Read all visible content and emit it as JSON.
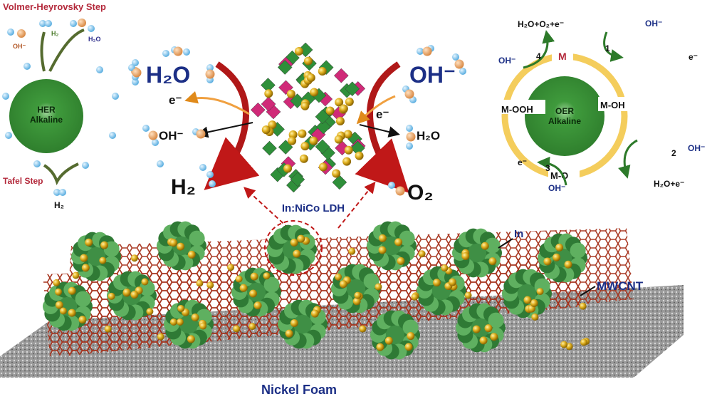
{
  "her": {
    "title": "Volmer-Heyrovsky Step",
    "circle_line1": "HER",
    "circle_line2": "Alkaline",
    "oh": "OH⁻",
    "h2_top": "H₂",
    "h2o": "H₂O",
    "tafel": "Tafel Step",
    "h2_bottom": "H₂"
  },
  "center": {
    "h2o_left": "H₂O",
    "e_left": "e⁻",
    "oh_left": "OH⁻",
    "h2_left": "H₂",
    "oh_right": "OH⁻",
    "e_right": "e⁻",
    "h2o_right": "H₂O",
    "o2_right": "O₂",
    "ldh_label": "In:NiCo LDH"
  },
  "oer": {
    "circle_line1": "OER",
    "circle_line2": "Alkaline",
    "states": [
      "M",
      "M-OH",
      "M-O",
      "M-OOH"
    ],
    "step_numbers": [
      "1",
      "2",
      "3",
      "4"
    ],
    "step1_in": "OH⁻",
    "step1_out": "e⁻",
    "step2_in": "OH⁻",
    "step2_out": "H₂O+e⁻",
    "step3_in": "OH⁻",
    "step3_out": "e⁻",
    "step4_in": "OH⁻",
    "step4_out": "H₂O+O₂+e⁻"
  },
  "substrate": {
    "in_label": "In",
    "mwcnt_label": "MWCNT",
    "foam_label": "Nickel Foam"
  },
  "colors": {
    "red": "#b3283a",
    "navy": "#1c2f86",
    "green": "#3f9a3c",
    "orange": "#e9a13a"
  }
}
